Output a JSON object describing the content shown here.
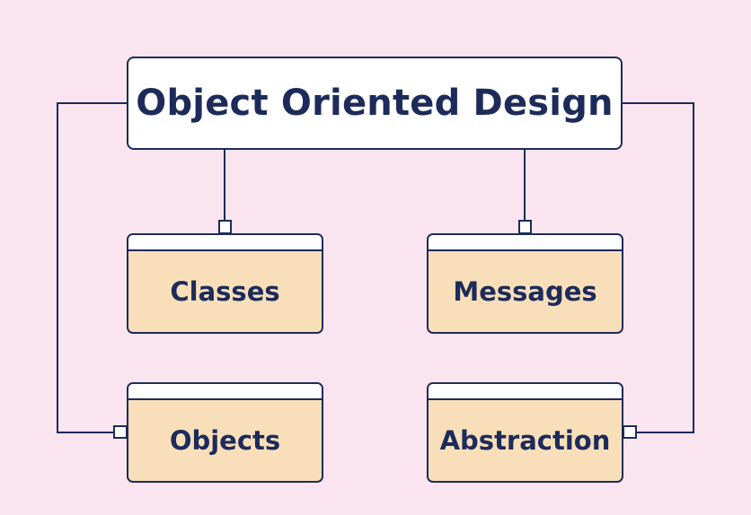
{
  "title": "Object Oriented Design",
  "nodes": {
    "classes": "Classes",
    "messages": "Messages",
    "objects": "Objects",
    "abstraction": "Abstraction"
  },
  "colors": {
    "background": "#fae4ef",
    "line": "#1d2b5b",
    "node_fill": "#f8dfb9",
    "title_fill": "#ffffff"
  }
}
